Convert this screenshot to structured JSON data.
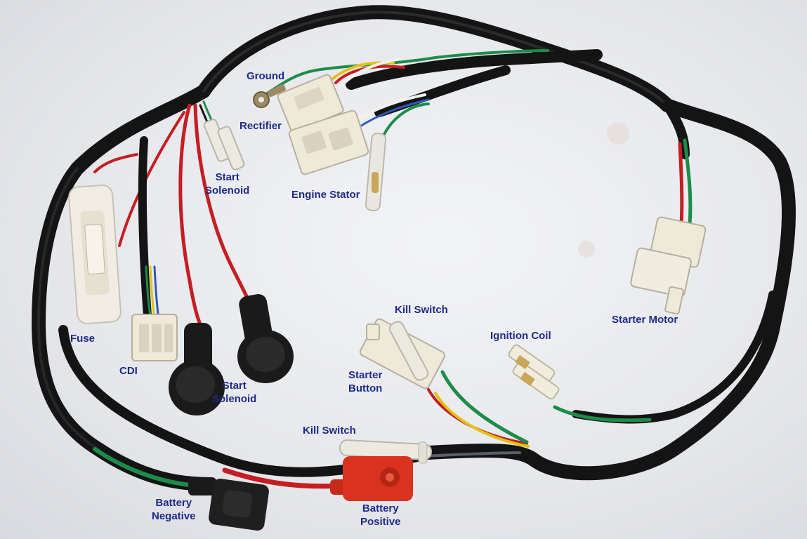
{
  "labels": {
    "ground": "Ground",
    "rectifier": "Rectifier",
    "start_solenoid_top": [
      "Start",
      "Solenoid"
    ],
    "engine_stator": "Engine Stator",
    "fuse": "Fuse",
    "cdi": "CDI",
    "start_solenoid_bottom": [
      "Start",
      "Solenoid"
    ],
    "kill_switch_top": "Kill Switch",
    "starter_button": [
      "Starter",
      "Button"
    ],
    "ignition_coil": "Ignition Coil",
    "starter_motor": "Starter Motor",
    "kill_switch_bottom": "Kill Switch",
    "battery_negative": [
      "Battery",
      "Negative"
    ],
    "battery_positive": [
      "Battery",
      "Positive"
    ]
  },
  "colors": {
    "label_text": "#1f2a8a",
    "harness_sheath": "#141414",
    "wire_red": "#c41e22",
    "wire_green": "#1d8c4a",
    "wire_yellow": "#e2c21a",
    "wire_white": "#f1f1ee",
    "connector_body": "#efe9d8",
    "battery_positive_cap": "#d9321e",
    "rubber_boot": "#1a1a1a"
  }
}
